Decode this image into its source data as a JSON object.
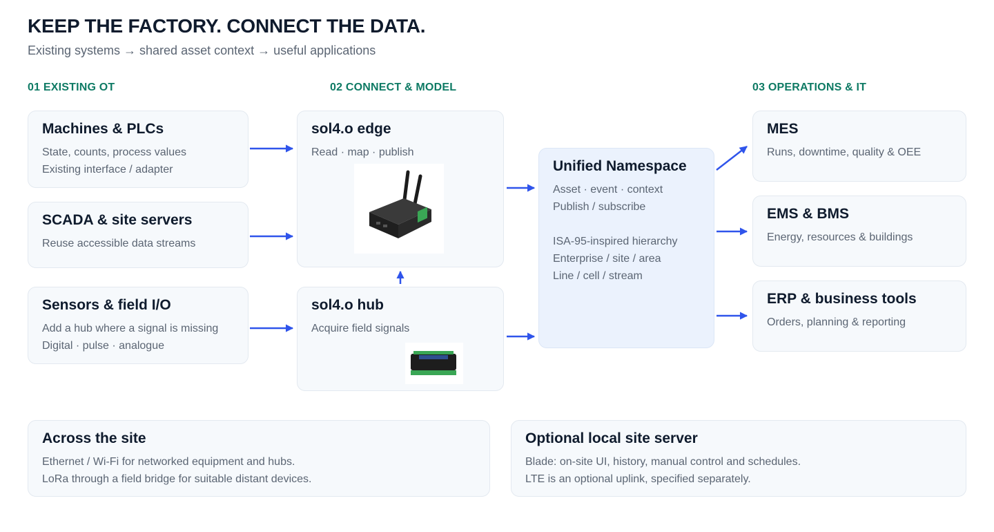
{
  "header": {
    "title": "KEEP THE FACTORY. CONNECT THE DATA.",
    "subtitle": "Existing systems → shared asset context → useful applications"
  },
  "columns": {
    "existing_ot": "01 EXISTING OT",
    "connect_model": "02 CONNECT & MODEL",
    "operations_it": "03 OPERATIONS & IT"
  },
  "existing": {
    "machines": {
      "title": "Machines & PLCs",
      "lines": [
        "State, counts, process values",
        "Existing interface / adapter"
      ]
    },
    "scada": {
      "title": "SCADA & site servers",
      "lines": [
        "Reuse accessible data streams"
      ]
    },
    "sensors": {
      "title": "Sensors & field I/O",
      "lines": [
        "Add a hub where a signal is missing",
        "Digital · pulse · analogue"
      ]
    }
  },
  "connect": {
    "edge": {
      "title": "sol4.o edge",
      "lines": [
        "Read · map · publish"
      ]
    },
    "hub": {
      "title": "sol4.o hub",
      "lines": [
        "Acquire field signals"
      ]
    },
    "uns": {
      "title": "Unified Namespace",
      "lines": [
        "Asset · event · context",
        "Publish / subscribe"
      ],
      "lines2": [
        "ISA-95-inspired hierarchy",
        "Enterprise / site / area",
        "Line / cell / stream"
      ]
    }
  },
  "operations": {
    "mes": {
      "title": "MES",
      "lines": [
        "Runs, downtime, quality & OEE"
      ]
    },
    "ems": {
      "title": "EMS & BMS",
      "lines": [
        "Energy, resources & buildings"
      ]
    },
    "erp": {
      "title": "ERP & business tools",
      "lines": [
        "Orders, planning & reporting"
      ]
    }
  },
  "footer": {
    "across": {
      "title": "Across the site",
      "lines": [
        "Ethernet / Wi-Fi for networked equipment and hubs.",
        "LoRa through a field bridge for suitable distant devices."
      ]
    },
    "server": {
      "title": "Optional local site server",
      "lines": [
        "Blade: on-site UI, history, manual control and schedules.",
        "LTE is an optional uplink, specified separately."
      ]
    }
  },
  "colors": {
    "accent_arrow": "#2f54eb",
    "heading_teal": "#0e7a64",
    "title_dark": "#0f1b2d",
    "body_grey": "#5b6573",
    "card_bg": "#f6f9fc",
    "uns_bg": "#ebf2fd"
  }
}
